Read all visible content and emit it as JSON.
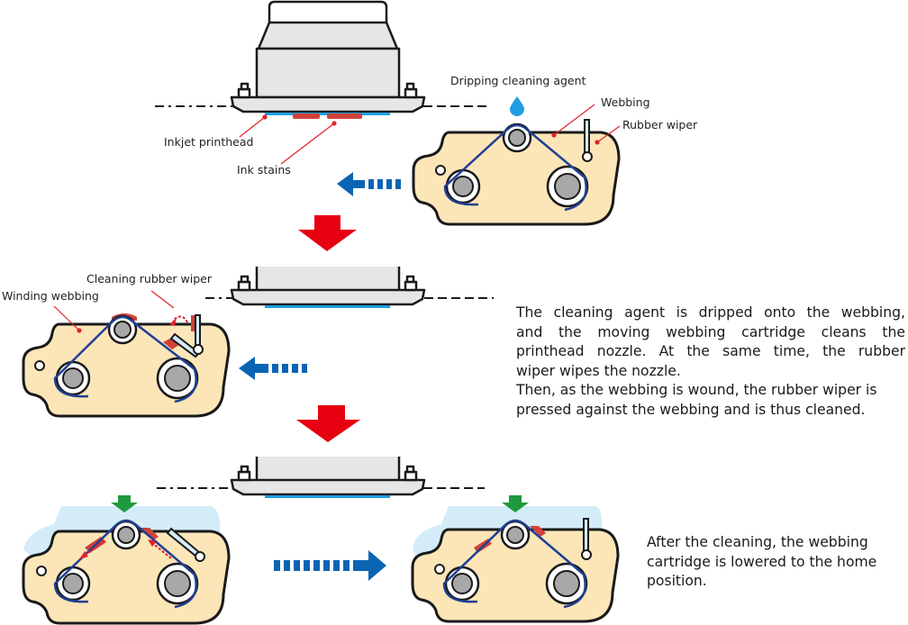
{
  "diagram": {
    "title": "Webbing cartridge cleaning of inkjet printhead",
    "stage1": {
      "labels": {
        "printhead": "Inkjet printhead",
        "ink_stains": "Ink stains",
        "dripping_agent": "Dripping cleaning agent",
        "webbing": "Webbing",
        "rubber_wiper": "Rubber wiper"
      }
    },
    "stage2": {
      "labels": {
        "cleaning_wiper": "Cleaning rubber wiper",
        "winding_webbing": "Winding webbing"
      },
      "description": {
        "lines": [
          "The cleaning agent is dripped onto the webbing,",
          "and the moving webbing cartridge cleans the",
          "printhead nozzle. At the same time, the rubber",
          "wiper wipes the nozzle."
        ],
        "lines2": [
          "Then, as the webbing is wound, the rubber wiper is",
          "pressed against the webbing and is thus cleaned."
        ]
      }
    },
    "stage3": {
      "description": {
        "lines": [
          "After the cleaning, the webbing",
          "cartridge is lowered to the home",
          "position."
        ]
      }
    },
    "colors": {
      "cartridge_fill": "#fce6b8",
      "outline": "#1a1a1a",
      "webbing": "#1f3f94",
      "roller": "#a8a8a8",
      "printhead_fill": "#e6e6e6",
      "nozzle_blue": "#1ca0e0",
      "ink_stain": "#d0423a",
      "move_arrow": "#0a64b4",
      "step_arrow": "#e60012",
      "lower_arrow": "#1e9a3c",
      "drop": "#1e9ee0",
      "lowered_shadow": "#d4ecf8",
      "leader_line": "#e0222a"
    }
  }
}
